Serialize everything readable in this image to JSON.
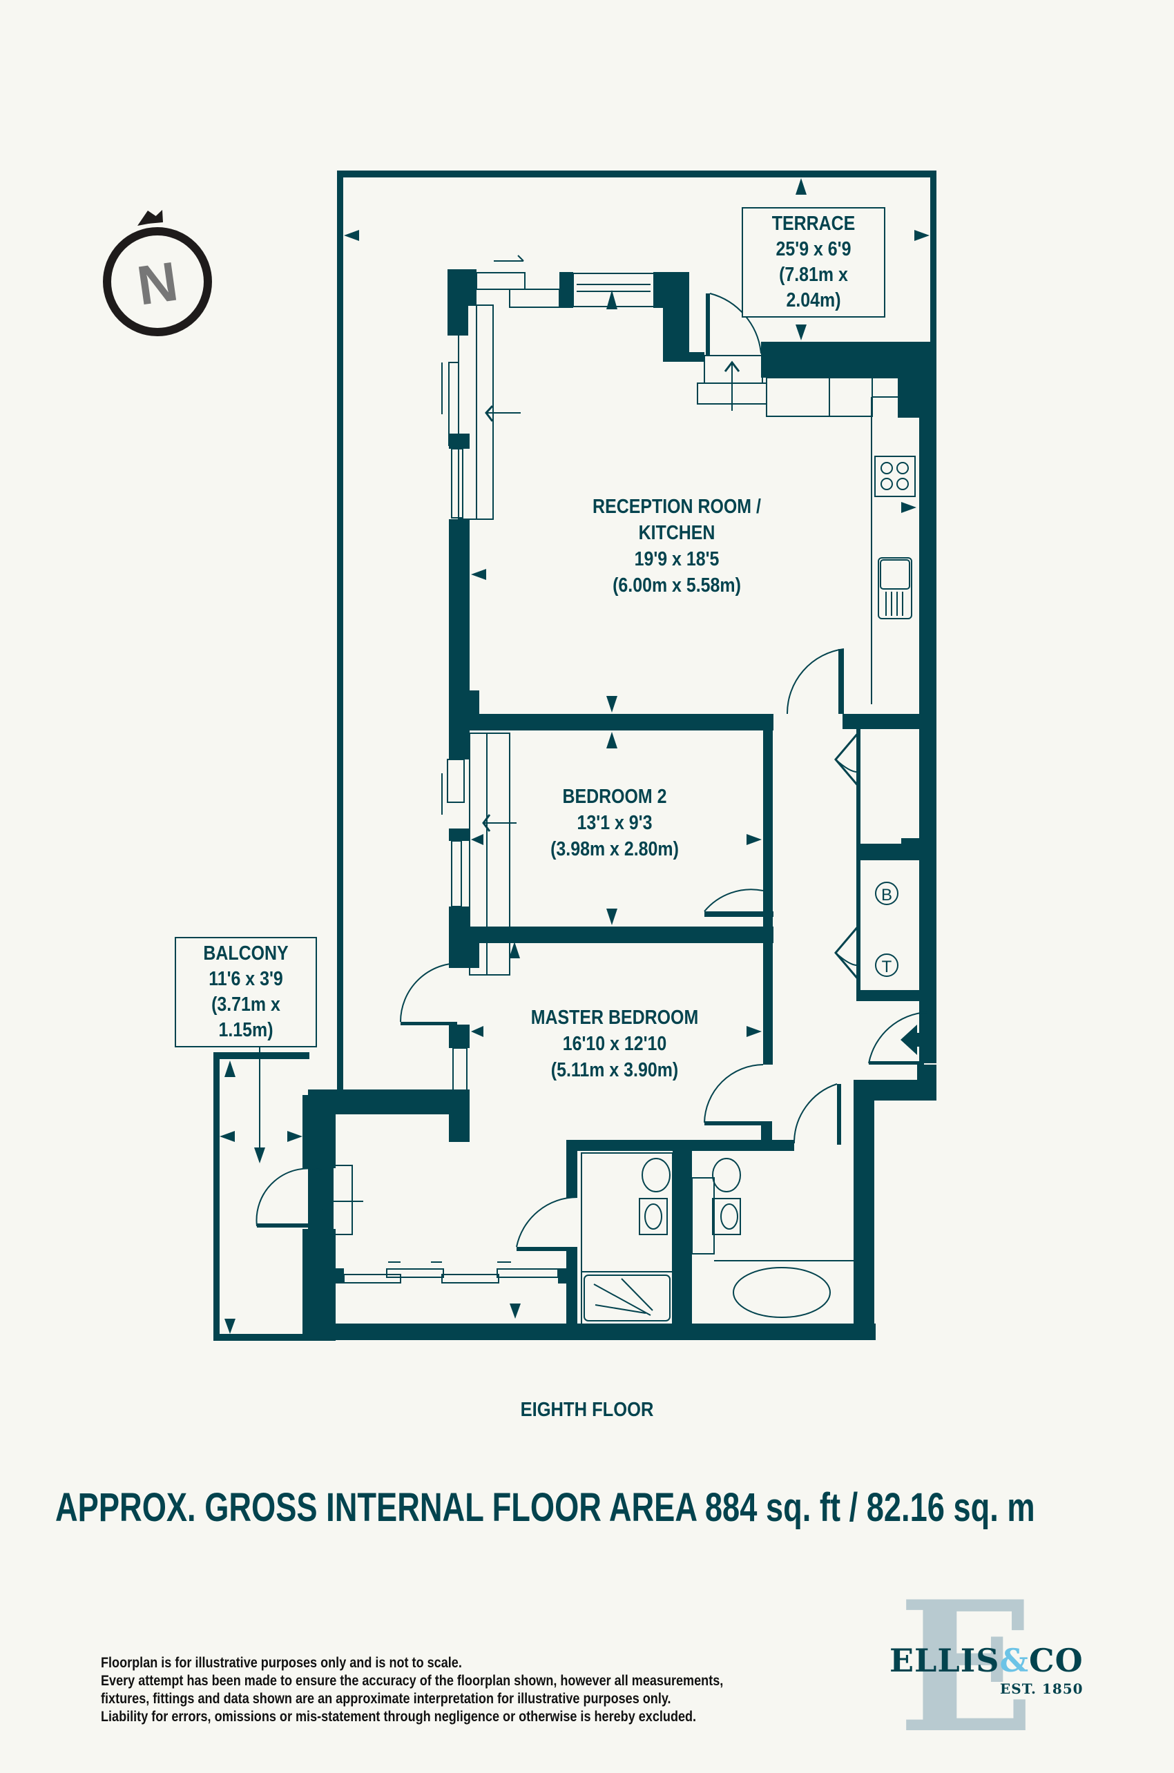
{
  "compass": {
    "label": "N",
    "icon": "north-compass-icon"
  },
  "rooms": {
    "terrace": {
      "name": "TERRACE",
      "imperial": "25'9 x 6'9",
      "metric": "(7.81m x 2.04m)"
    },
    "reception": {
      "name_line1": "RECEPTION ROOM /",
      "name_line2": "KITCHEN",
      "imperial": "19'9 x 18'5",
      "metric": "(6.00m x 5.58m)"
    },
    "bedroom2": {
      "name": "BEDROOM 2",
      "imperial": "13'1 x 9'3",
      "metric": "(3.98m x 2.80m)"
    },
    "master_bedroom": {
      "name": "MASTER BEDROOM",
      "imperial": "16'10 x 12'10",
      "metric": "(5.11m x 3.90m)"
    },
    "balcony": {
      "name": "BALCONY",
      "imperial": "11'6 x 3'9",
      "metric": "(3.71m x 1.15m)"
    }
  },
  "cupboards": {
    "boiler": "B",
    "tank": "T"
  },
  "floor_label": "EIGHTH FLOOR",
  "area_text": "APPROX. GROSS INTERNAL FLOOR AREA 884 sq. ft / 82.16 sq. m",
  "disclaimer": [
    "Floorplan is for illustrative purposes only and is not to scale.",
    "Every attempt has been made to ensure the accuracy of the floorplan shown, however all measurements,",
    "fixtures, fittings and data shown are an approximate interpretation for illustrative purposes only.",
    "Liability for errors, omissions or mis-statement through negligence or otherwise is hereby excluded."
  ],
  "logo": {
    "letter": "E",
    "name_part1": "ELLIS",
    "amp": "&",
    "name_part2": "CO",
    "est": "EST. 1850"
  },
  "colors": {
    "wall": "#03434e",
    "background": "#f7f7f2",
    "logo_accent": "#6cc3e6",
    "logo_watermark": "#b8cad0"
  }
}
